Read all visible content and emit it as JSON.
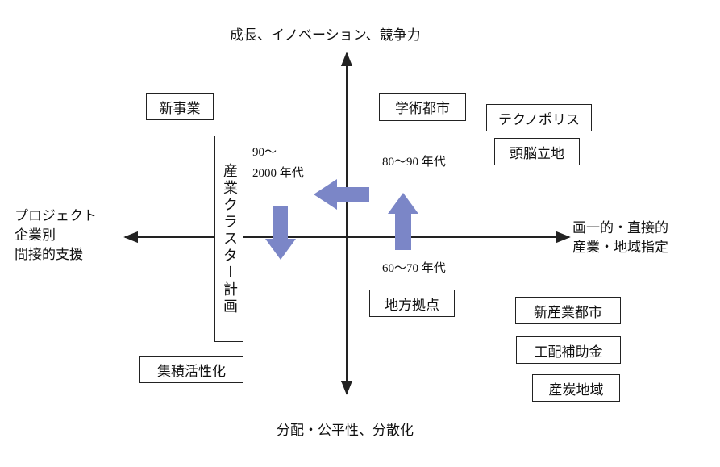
{
  "axes": {
    "top": "成長、イノベーション、競争力",
    "bottom": "分配・公平性、分散化",
    "left": [
      "プロジェクト",
      "企業別",
      "間接的支援"
    ],
    "right": [
      "画一的・直接的",
      "産業・地域指定"
    ]
  },
  "eras": {
    "e1990_line1": "90～",
    "e1990_line2": "2000 年代",
    "e1980": "80～90 年代",
    "e1960": "60～70 年代"
  },
  "boxes": {
    "shinjigyo": "新事業",
    "cluster": "産業クラスター計画",
    "shuseki": "集積活性化",
    "gakujutsu": "学術都市",
    "techno": "テクノポリス",
    "zuno": "頭脳立地",
    "chiho": "地方拠点",
    "shinsangyo": "新産業都市",
    "kohai": "工配補助金",
    "santan": "産炭地域"
  },
  "colors": {
    "arrow_fill": "#7b86c7",
    "axis_line": "#222222"
  }
}
